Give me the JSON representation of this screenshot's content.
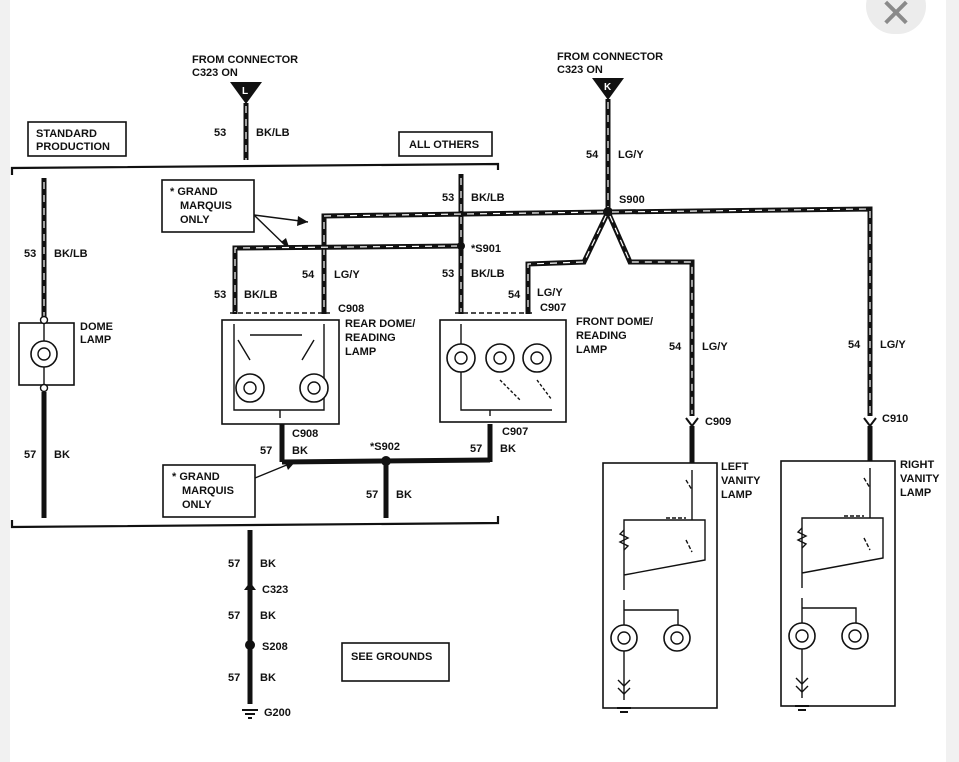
{
  "viewer": {
    "close_icon": "close-icon",
    "close_glyph": "✕"
  },
  "diagram": {
    "conn_l": {
      "from": "FROM CONNECTOR",
      "on": "C323 ON",
      "pin": "L",
      "circuit": "53",
      "color": "BK/LB"
    },
    "conn_k": {
      "from": "FROM CONNECTOR",
      "on": "C323 ON",
      "pin": "K",
      "circuit": "54",
      "color": "LG/Y"
    },
    "standard_production": [
      "STANDARD",
      "PRODUCTION"
    ],
    "all_others": "ALL OTHERS",
    "grand_marquis_1": [
      "* GRAND",
      "MARQUIS",
      "ONLY"
    ],
    "grand_marquis_2": [
      "* GRAND",
      "MARQUIS",
      "ONLY"
    ],
    "dome_lamp": [
      "DOME",
      "LAMP"
    ],
    "rear_dome": [
      "REAR DOME/",
      "READING",
      "LAMP"
    ],
    "front_dome": [
      "FRONT DOME/",
      "READING",
      "LAMP"
    ],
    "left_vanity": [
      "LEFT",
      "VANITY",
      "LAMP"
    ],
    "right_vanity": [
      "RIGHT",
      "VANITY",
      "LAMP"
    ],
    "see_grounds": "SEE GROUNDS",
    "splices": {
      "s900": "S900",
      "s901": "*S901",
      "s902": "*S902",
      "s208": "S208"
    },
    "connectors": {
      "c908a": "C908",
      "c908b": "C908",
      "c907a": "C907",
      "c907b": "C907",
      "c909": "C909",
      "c910": "C910",
      "c323": "C323",
      "g200": "G200"
    },
    "wires": {
      "w53_left": {
        "n": "53",
        "c": "BK/LB"
      },
      "w57_left": {
        "n": "57",
        "c": "BK"
      },
      "w53_top_mid": {
        "n": "53",
        "c": "BK/LB"
      },
      "w53_mid": {
        "n": "53",
        "c": "BK/LB"
      },
      "w54_rear": {
        "n": "54",
        "c": "LG/Y"
      },
      "w53_rear": {
        "n": "53",
        "c": "BK/LB"
      },
      "w54_front": {
        "n": "54",
        "c": "LG/Y"
      },
      "w54_left_vanity": {
        "n": "54",
        "c": "LG/Y"
      },
      "w54_right_vanity": {
        "n": "54",
        "c": "LG/Y"
      },
      "w57_rear": {
        "n": "57",
        "c": "BK"
      },
      "w57_front": {
        "n": "57",
        "c": "BK"
      },
      "w57_s902": {
        "n": "57",
        "c": "BK"
      },
      "w57_a": {
        "n": "57",
        "c": "BK"
      },
      "w57_b": {
        "n": "57",
        "c": "BK"
      },
      "w57_c": {
        "n": "57",
        "c": "BK"
      }
    }
  }
}
